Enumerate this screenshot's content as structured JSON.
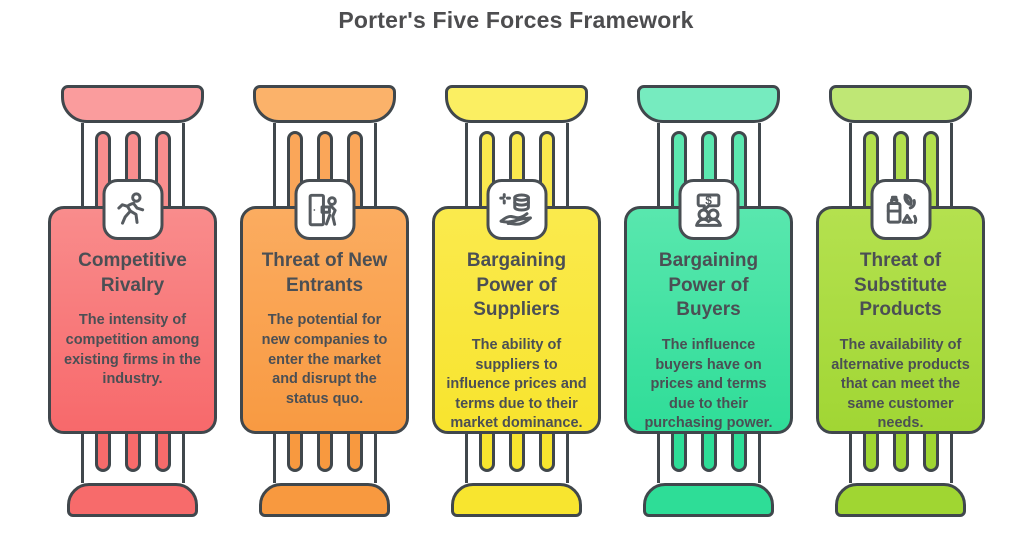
{
  "page": {
    "title": "Porter's Five Forces Framework",
    "background": "#ffffff",
    "outline_color": "#40474c",
    "text_color": "#4b4f54"
  },
  "forces": [
    {
      "title": "Competitive Rivalry",
      "description": "The intensity of competition among existing firms in the industry.",
      "icon": "runner-icon",
      "colors": {
        "cap": "#fa9c9d",
        "bar_top": "#f98e8e",
        "body_top": "#f98c8c",
        "body_bottom": "#f7696b",
        "bottom": "#f76b6b"
      }
    },
    {
      "title": "Threat of New Entrants",
      "description": "The potential for new companies to enter the market and disrupt the status quo.",
      "icon": "door-entry-icon",
      "colors": {
        "cap": "#fbb26a",
        "bar_top": "#faa659",
        "body_top": "#fbac60",
        "body_bottom": "#f89a42",
        "bottom": "#f8993f"
      }
    },
    {
      "title": "Bargaining Power of Suppliers",
      "description": "The ability of suppliers to influence prices and terms due to their market dominance.",
      "icon": "hand-coins-icon",
      "colors": {
        "cap": "#fbef62",
        "bar_top": "#fae94e",
        "body_top": "#faea4d",
        "body_bottom": "#f8e42e",
        "bottom": "#f8e52f"
      }
    },
    {
      "title": "Bargaining Power of Buyers",
      "description": "The influence buyers have on prices and terms due to their purchasing power.",
      "icon": "buyers-dollar-icon",
      "colors": {
        "cap": "#76ebbf",
        "bar_top": "#5ce8b0",
        "body_top": "#59e7ae",
        "body_bottom": "#2fdd98",
        "bottom": "#2edd97"
      }
    },
    {
      "title": "Threat of Substitute Products",
      "description": "The availability of alternative products that can meet the same customer needs.",
      "icon": "substitute-products-icon",
      "colors": {
        "cap": "#bfe775",
        "bar_top": "#b3e04e",
        "body_top": "#b4e14f",
        "body_bottom": "#a1d634",
        "bottom": "#a0d632"
      }
    }
  ]
}
